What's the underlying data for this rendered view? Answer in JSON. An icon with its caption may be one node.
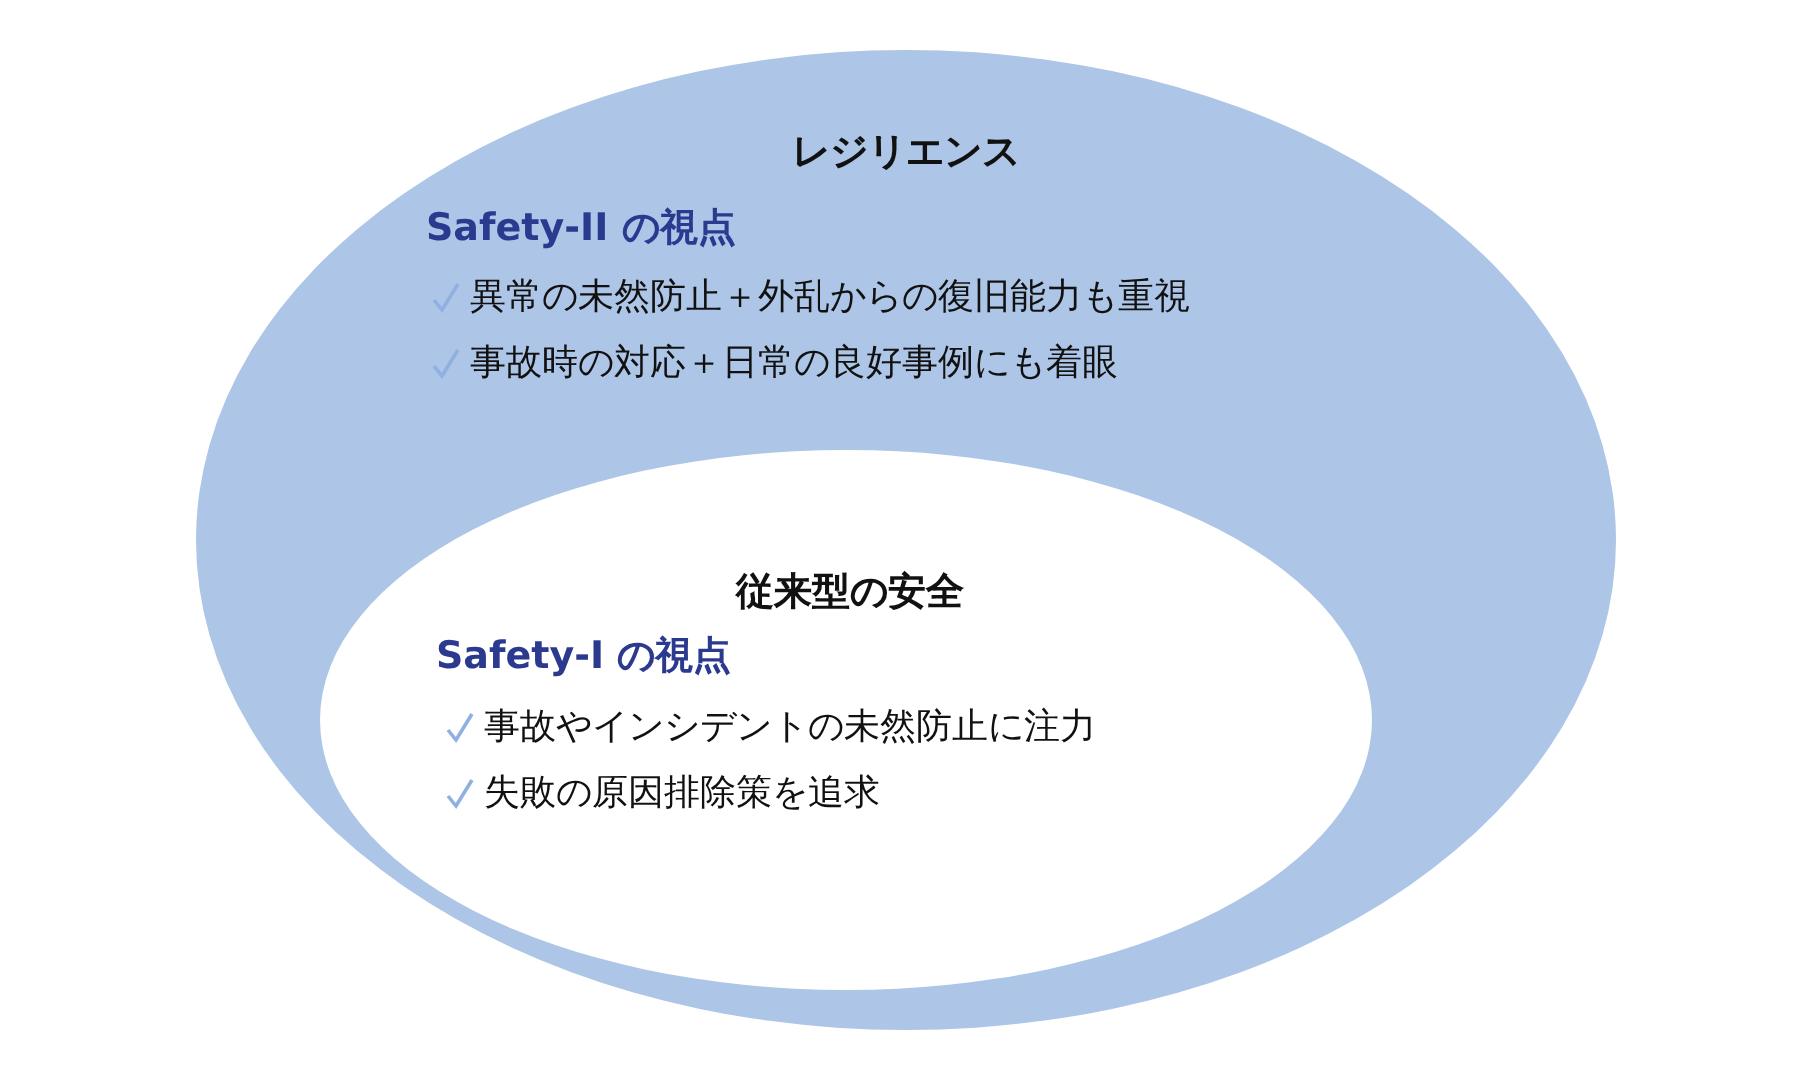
{
  "diagram": {
    "nodes": [
      {
        "text": [
          "レジリエンス",
          "Safety-II の視点",
          "異常の未然防止＋外乱からの復旧能力も重視",
          "事故時の対応＋日常の良好事例にも着眼"
        ]
      },
      {
        "text": [
          "従来型の安全",
          "Safety-I の視点",
          "事故やインシデントの未然防止に注力",
          "失敗の原因排除策を追求"
        ],
        "in": 0
      }
    ]
  }
}
